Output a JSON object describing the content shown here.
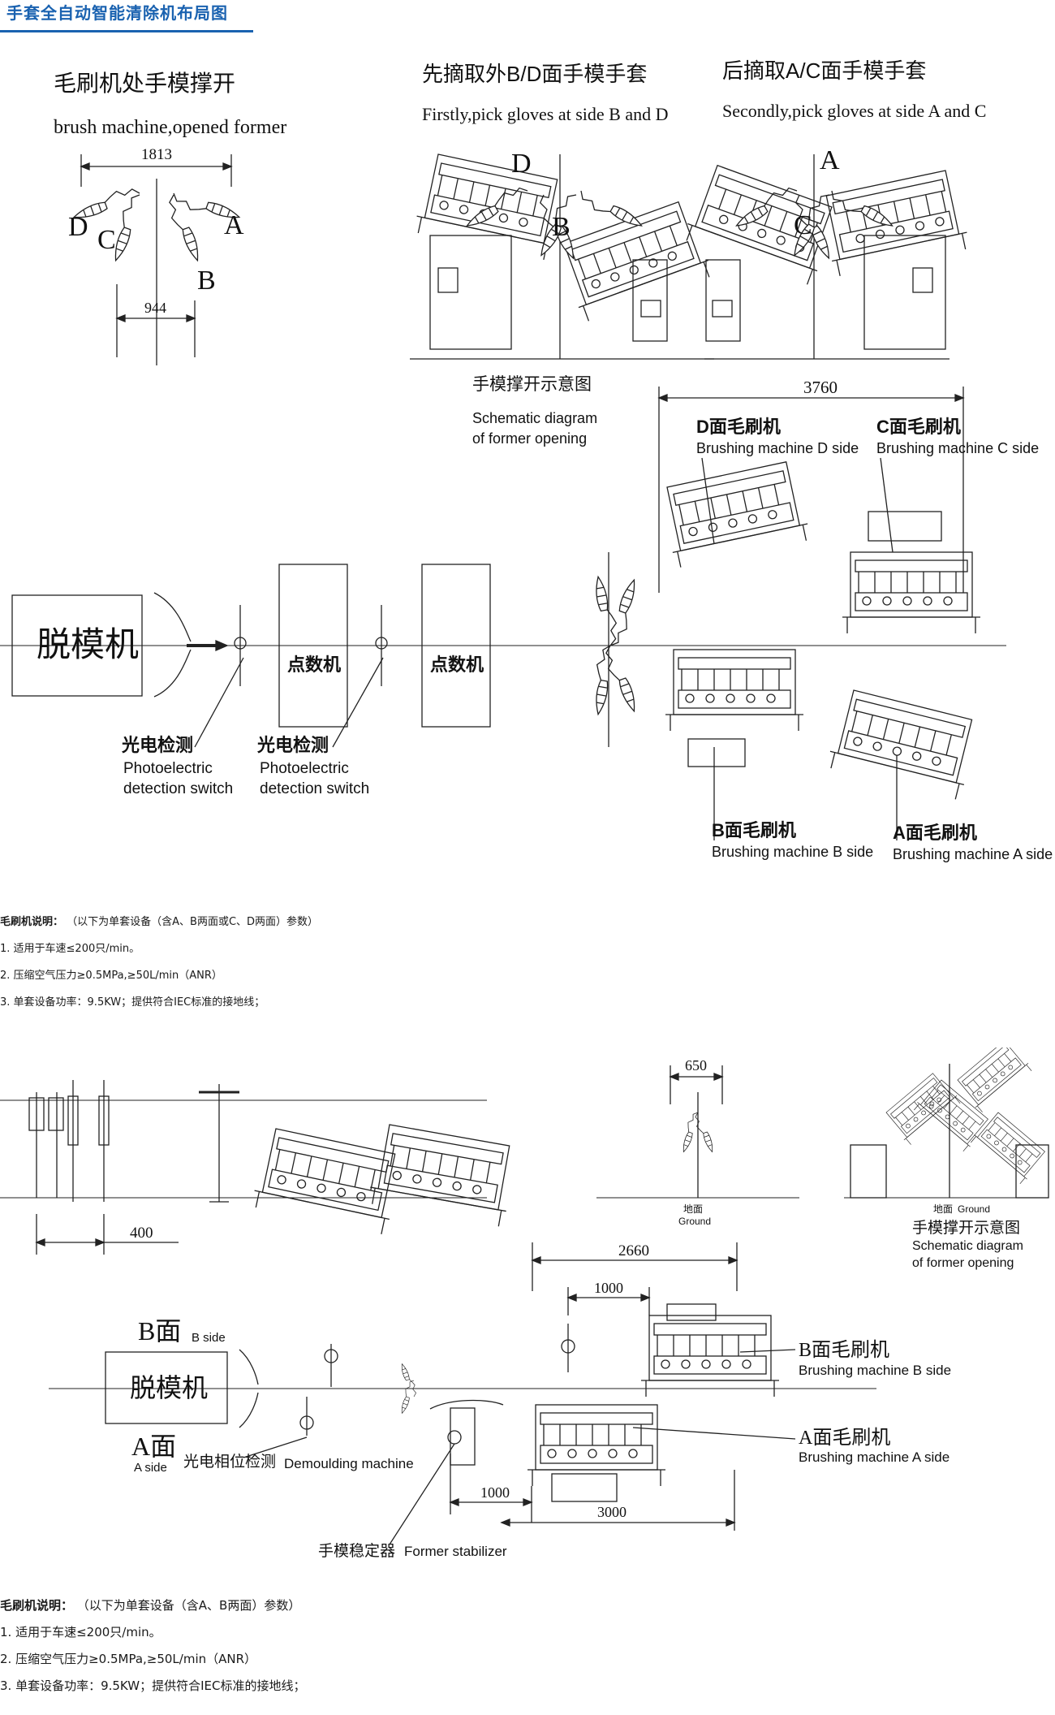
{
  "header": {
    "title": "手套全自动智能清除机布局图"
  },
  "section1": {
    "label_brush_cn": "毛刷机处手模撑开",
    "label_brush_en": "brush machine,opened former",
    "dim_1813": "1813",
    "dim_944": "944",
    "former_letters": {
      "D": "D",
      "C": "C",
      "A": "A",
      "B": "B"
    },
    "label_bd_cn": "先摘取外B/D面手模手套",
    "label_bd_en": "Firstly,pick gloves at side B and D",
    "label_ac_cn": "后摘取A/C面手模手套",
    "label_ac_en": "Secondly,pick gloves at side A and C",
    "former_open_cn": "手模撑开示意图",
    "former_open_en1": "Schematic diagram",
    "former_open_en2": "of former opening",
    "dim_3760": "3760",
    "d_side_cn": "D面毛刷机",
    "d_side_en": "Brushing machine D side",
    "c_side_cn": "C面毛刷机",
    "c_side_en": "Brushing machine C side",
    "b_side_cn": "B面毛刷机",
    "b_side_en": "Brushing machine B side",
    "a_side_cn": "A面毛刷机",
    "a_side_en": "Brushing machine A side",
    "demould": "脱模机",
    "counter1": "点数机",
    "counter2": "点数机",
    "photo_cn": "光电检测",
    "photo_en1": "Photoelectric",
    "photo_en2": "detection switch"
  },
  "notes1": {
    "title": "毛刷机说明：",
    "subtitle": "（以下为单套设备（含A、B两面或C、D两面）参数）",
    "items": [
      "1. 适用于车速≤200只/min。",
      "2. 压缩空气压力≥0.5MPa,≥50L/min（ANR）",
      "3. 单套设备功率：9.5KW；提供符合IEC标准的接地线；"
    ]
  },
  "section2": {
    "dim_400": "400",
    "dim_650": "650",
    "ground_cn": "地面",
    "ground_en": "Ground",
    "former_open_cn": "手模撑开示意图",
    "former_open_en1": "Schematic diagram",
    "former_open_en2": "of former opening",
    "dim_2660": "2660",
    "dim_1000a": "1000",
    "dim_1000b": "1000",
    "dim_3000": "3000",
    "b_face_cn": "B面",
    "b_face_en": "B side",
    "a_face_cn": "A面",
    "a_face_en": "A side",
    "demould": "脱模机",
    "photo_phase_cn": "光电相位检测",
    "demould_en": "Demoulding machine",
    "stabilizer_cn": "手模稳定器",
    "stabilizer_en": "Former stabilizer",
    "b_brush_cn": "B面毛刷机",
    "b_brush_en": "Brushing machine B side",
    "a_brush_cn": "A面毛刷机",
    "a_brush_en": "Brushing machine A side"
  },
  "notes2": {
    "title": "毛刷机说明：",
    "subtitle": "（以下为单套设备（含A、B两面）参数）",
    "items": [
      "1. 适用于车速≤200只/min。",
      "2. 压缩空气压力≥0.5MPa,≥50L/min（ANR）",
      "3. 单套设备功率：9.5KW；提供符合IEC标准的接地线；"
    ]
  }
}
